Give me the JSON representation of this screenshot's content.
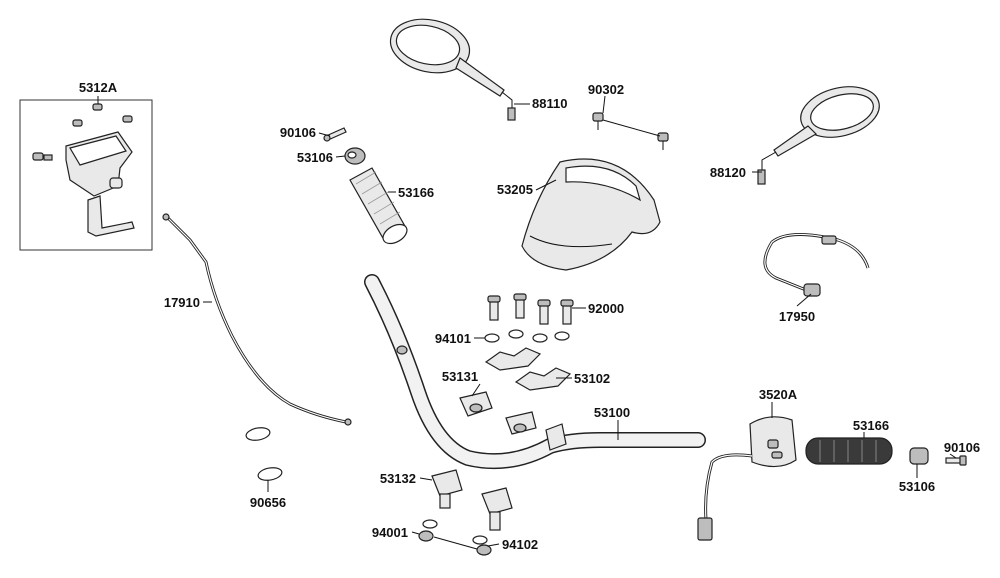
{
  "labels": {
    "l5312A": "5312A",
    "l88110": "88110",
    "l90302": "90302",
    "l88120": "88120",
    "l90106a": "90106",
    "l53106a": "53106",
    "l53166a": "53166",
    "l53205": "53205",
    "l17910": "17910",
    "l17950": "17950",
    "l92000": "92000",
    "l94101": "94101",
    "l53131": "53131",
    "l53102": "53102",
    "l53100": "53100",
    "l3520A": "3520A",
    "l53166b": "53166",
    "l90106b": "90106",
    "l53106b": "53106",
    "l90656": "90656",
    "l53132": "53132",
    "l94001": "94001",
    "l94102": "94102"
  },
  "colors": {
    "line": "#111111",
    "part_fill": "#e9e9e9",
    "grip_fill": "#3a3a3a"
  }
}
